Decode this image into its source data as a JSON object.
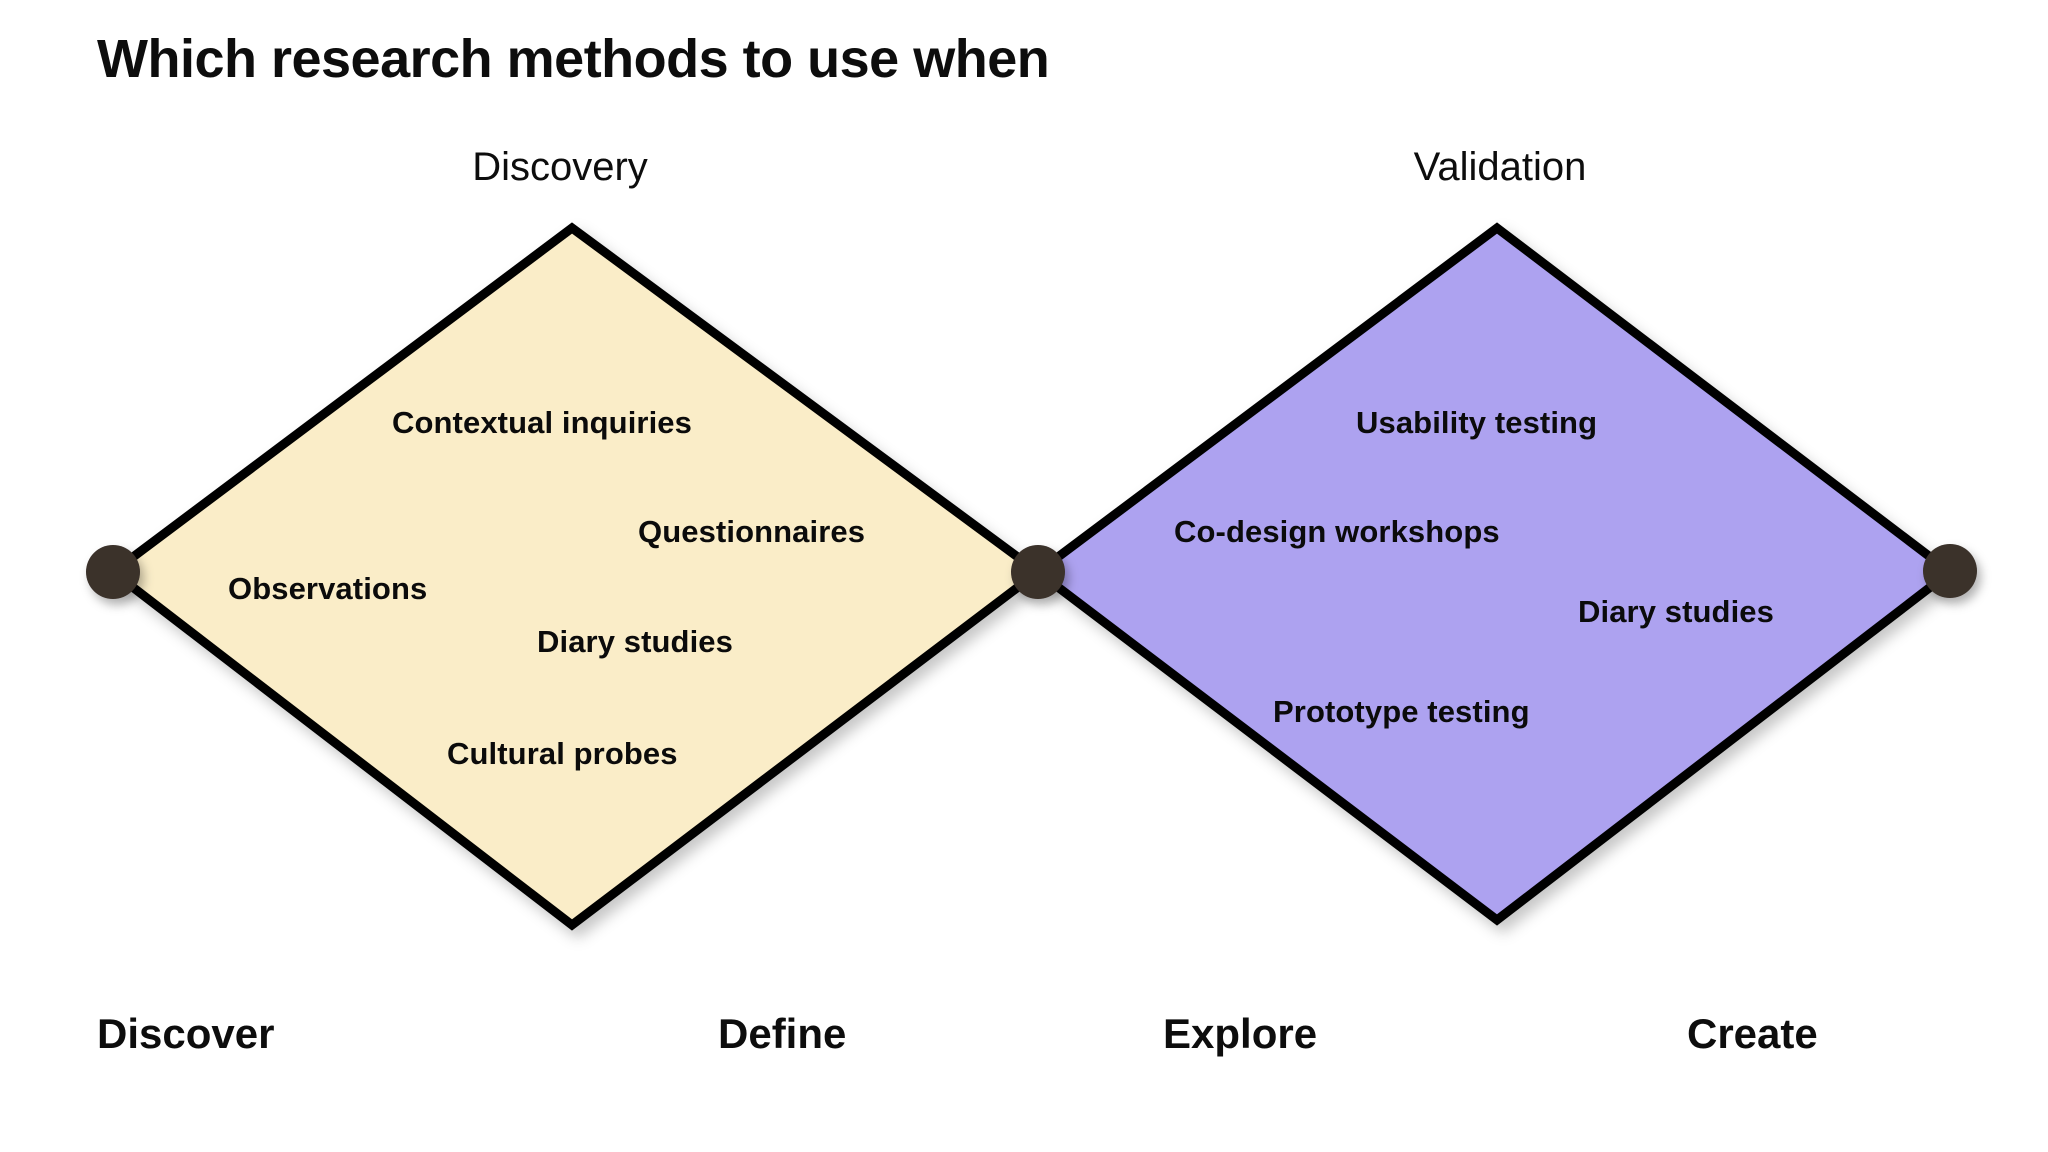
{
  "title": "Which research methods to use when",
  "phases": [
    {
      "id": "discovery",
      "label": "Discovery"
    },
    {
      "id": "validation",
      "label": "Validation"
    }
  ],
  "diamonds": [
    {
      "id": "discovery-diamond",
      "fill": "#FAEDC8",
      "stroke": "#000000",
      "methods": [
        "Contextual inquiries",
        "Questionnaires",
        "Observations",
        "Diary studies",
        "Cultural probes"
      ]
    },
    {
      "id": "validation-diamond",
      "fill": "#ADA2F0",
      "stroke": "#000000",
      "methods": [
        "Usability testing",
        "Co-design workshops",
        "Diary studies",
        "Prototype testing"
      ]
    }
  ],
  "methods": {
    "contextual_inquiries": "Contextual inquiries",
    "questionnaires": "Questionnaires",
    "observations": "Observations",
    "diary_studies_left": "Diary studies",
    "cultural_probes": "Cultural probes",
    "usability_testing": "Usability testing",
    "co_design_workshops": "Co-design workshops",
    "diary_studies_right": "Diary studies",
    "prototype_testing": "Prototype testing"
  },
  "stages": [
    {
      "id": "discover",
      "label": "Discover"
    },
    {
      "id": "define",
      "label": "Define"
    },
    {
      "id": "explore",
      "label": "Explore"
    },
    {
      "id": "create",
      "label": "Create"
    }
  ],
  "stage_labels": {
    "discover": "Discover",
    "define": "Define",
    "explore": "Explore",
    "create": "Create"
  },
  "nodes": [
    {
      "id": "start-node",
      "color": "#3A302A"
    },
    {
      "id": "middle-node",
      "color": "#3A302A"
    },
    {
      "id": "end-node",
      "color": "#3A302A"
    }
  ],
  "colors": {
    "background": "#FFFFFF",
    "discovery_fill": "#FAEDC8",
    "validation_fill": "#ADA2F0",
    "outline": "#000000",
    "node": "#3A302A",
    "text": "#0D0D0D"
  }
}
